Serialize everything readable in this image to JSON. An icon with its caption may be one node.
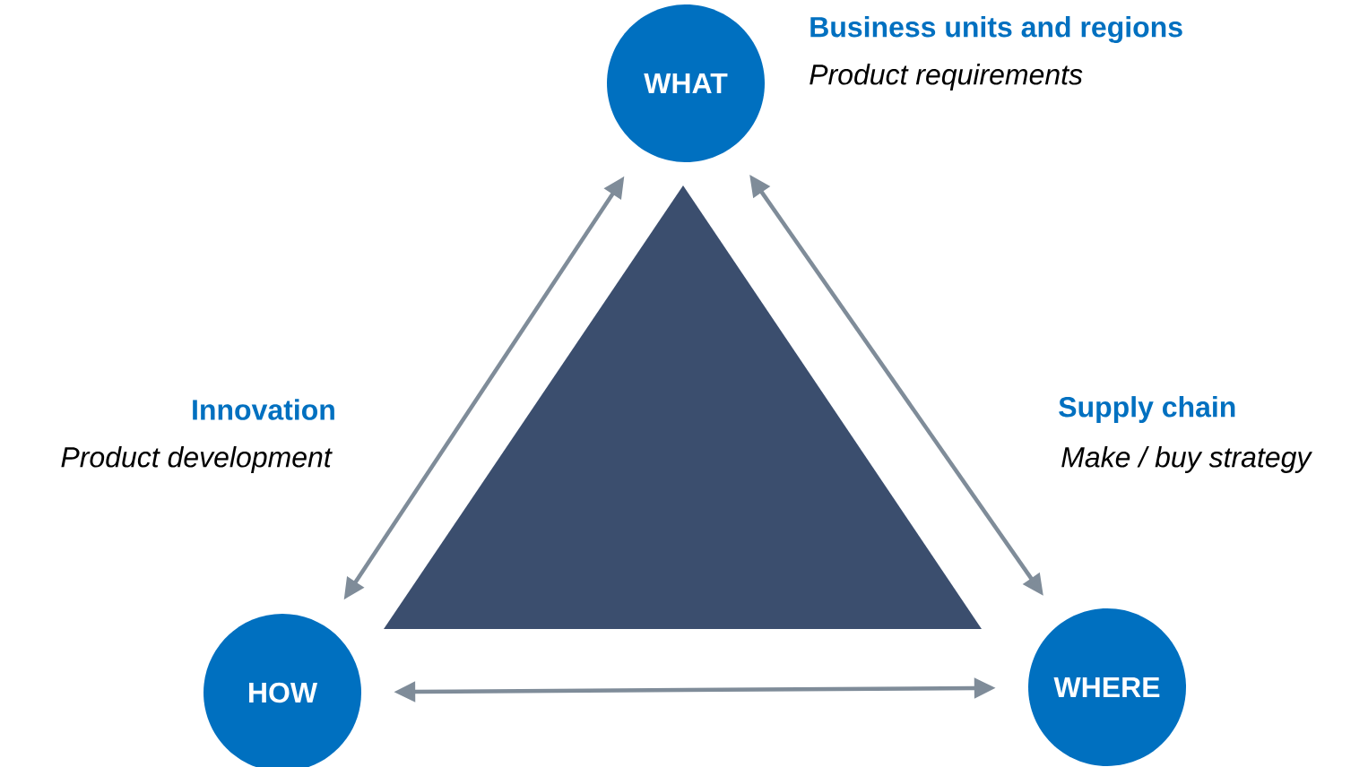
{
  "diagram": {
    "nodes": [
      {
        "text": [
          "WHAT"
        ],
        "beside": [
          "Business units and regions",
          "Product requirements"
        ]
      },
      {
        "text": [
          "HOW"
        ]
      },
      {
        "text": [
          "WHERE"
        ]
      }
    ],
    "edges": [
      {
        "from": 0,
        "to": 1,
        "arrow": "both"
      },
      {
        "from": 0,
        "to": 2,
        "arrow": "both"
      },
      {
        "from": 1,
        "to": 2,
        "arrow": "both"
      }
    ],
    "labels": [
      "Innovation",
      "Product development",
      "Supply chain",
      "Make / buy strategy"
    ]
  }
}
